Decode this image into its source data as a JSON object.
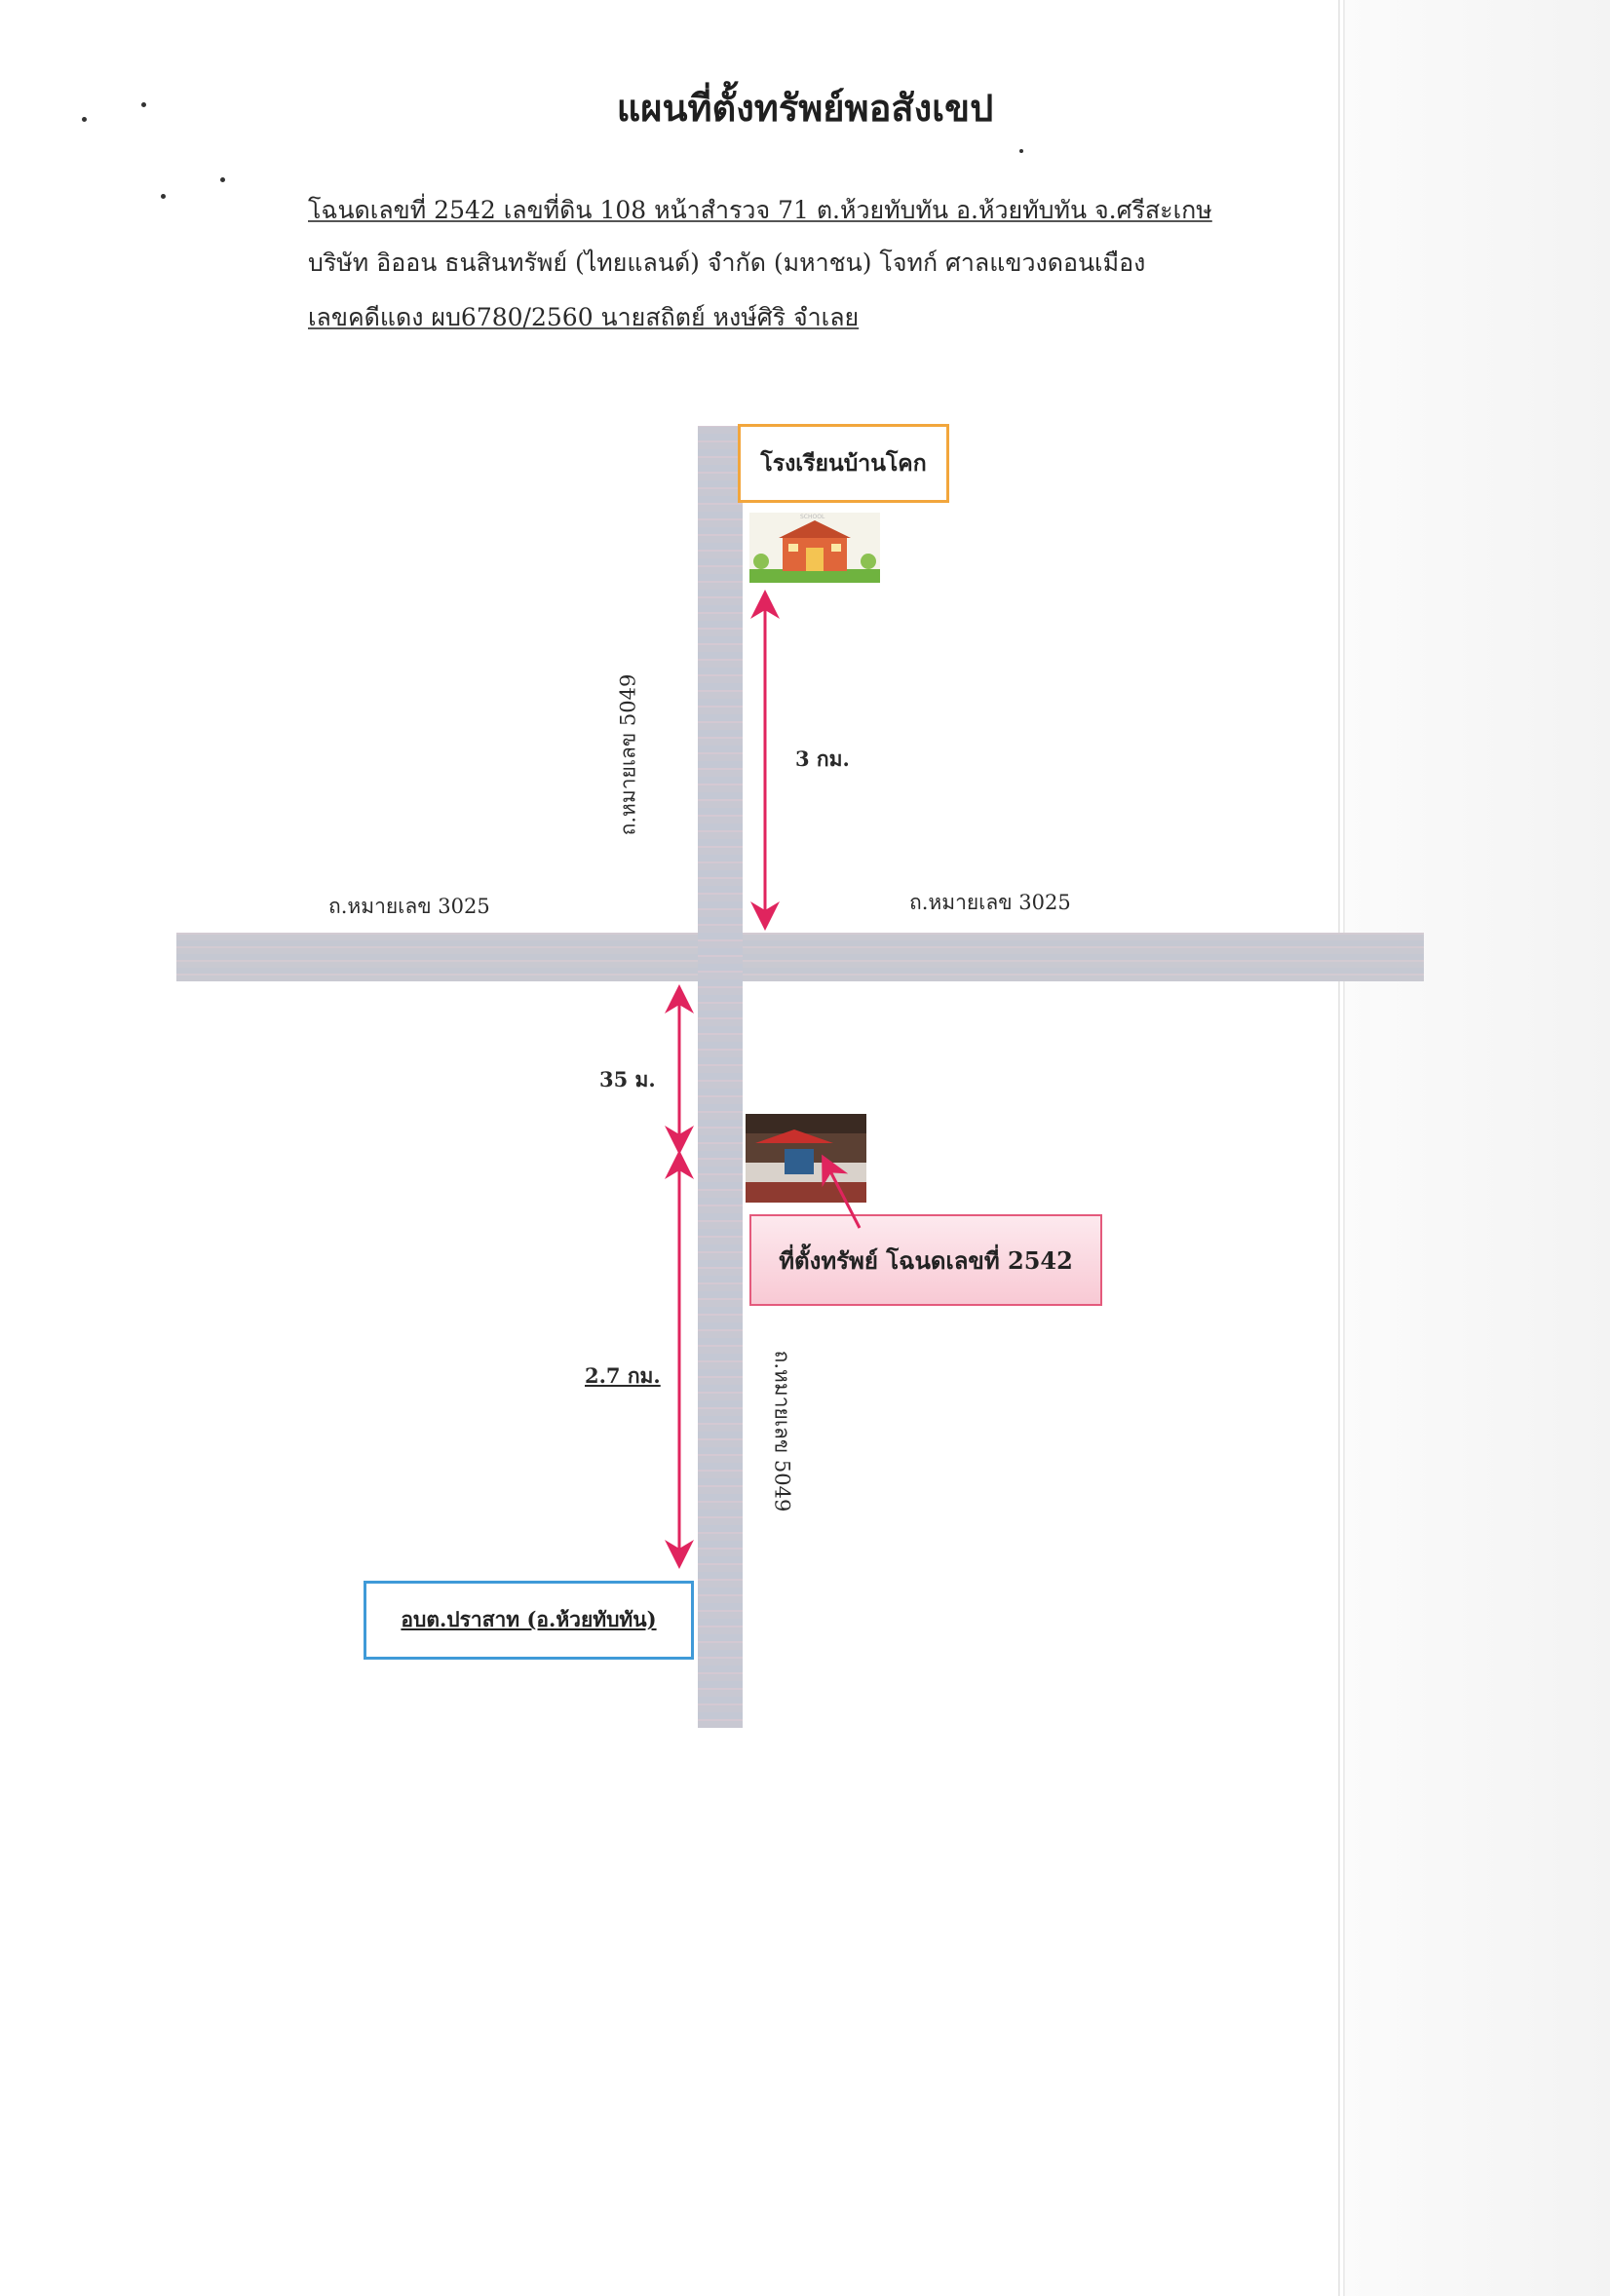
{
  "document": {
    "title": "แผนที่ตั้งทรัพย์พอสังเขป",
    "lines": [
      "โฉนดเลขที่ 2542 เลขที่ดิน 108 หน้าสำรวจ 71 ต.ห้วยทับทัน อ.ห้วยทับทัน จ.ศรีสะเกษ",
      "บริษัท อิออน ธนสินทรัพย์ (ไทยแลนด์) จำกัด (มหาชน) โจทก์  ศาลแขวงดอนเมือง",
      "เลขคดีแดง ผบ6780/2560 นายสถิตย์ หงษ์ศิริ จำเลย"
    ]
  },
  "map": {
    "landmarks": {
      "school": "โรงเรียนบ้านโคก",
      "asset": "ที่ตั้งทรัพย์ โฉนดเลขที่ 2542",
      "sao": "อบต.ปราสาท (อ.ห้วยทับทัน)"
    },
    "roads": {
      "horizontal_left": "ถ.หมายเลข 3025",
      "horizontal_right": "ถ.หมายเลข 3025",
      "vertical_top": "ถ.หมายเลข 5049",
      "vertical_bottom": "ถ.หมายเลข 5049"
    },
    "distances": {
      "school_to_junction": "3 กม.",
      "junction_to_asset": "35 ม.",
      "asset_to_sao": "2.7 กม."
    },
    "colors": {
      "road": "#c8c8d2",
      "arrow": "#e0245e",
      "school_box": "#f2a63c",
      "asset_box": "#e45a7c",
      "sao_box": "#3f9ad8"
    }
  }
}
